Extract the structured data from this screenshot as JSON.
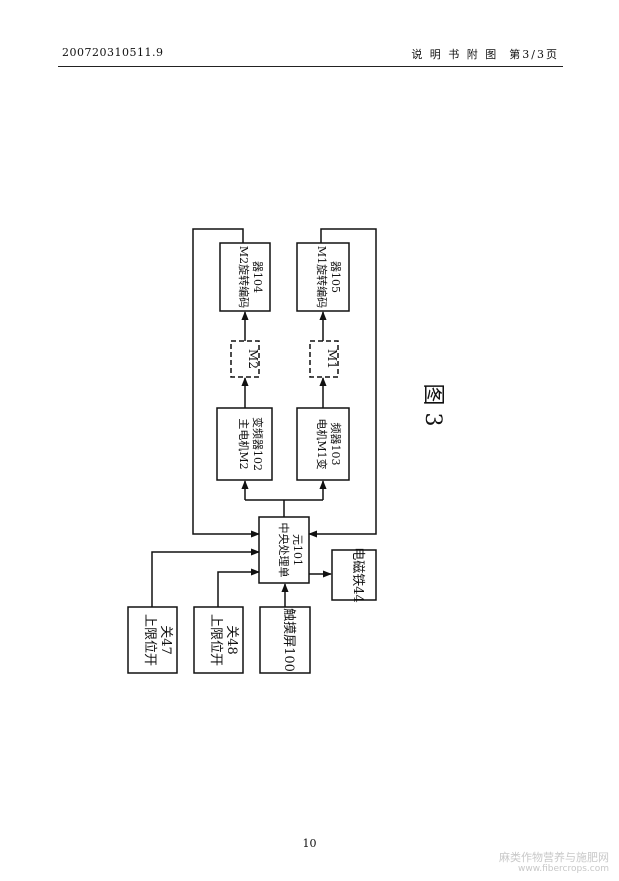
{
  "header": {
    "doc_number": "200720310511.9",
    "section": "说 明 书 附 图  第3/3页"
  },
  "diagram": {
    "figure_label": "图 3",
    "blocks": {
      "m2_encoder": [
        "M2旋转编码",
        "器104"
      ],
      "m1_encoder": [
        "M1旋转编码",
        "器105"
      ],
      "m2_motor": "M2",
      "m1_motor": "M1",
      "main_vfd": [
        "主电机M2",
        "变频器102"
      ],
      "m1_vfd": [
        "电机M1变",
        "频器103"
      ],
      "cpu": [
        "中央处理单",
        "元101"
      ],
      "limit47": [
        "上限位开",
        "关47"
      ],
      "limit48": [
        "上限位开",
        "关48"
      ],
      "touch": "触摸屏100",
      "magnet": "电磁铁44"
    }
  },
  "footer": {
    "page_number": "10",
    "watermark_cn": "麻类作物营养与施肥网",
    "watermark_url": "www.fibercrops.com"
  }
}
